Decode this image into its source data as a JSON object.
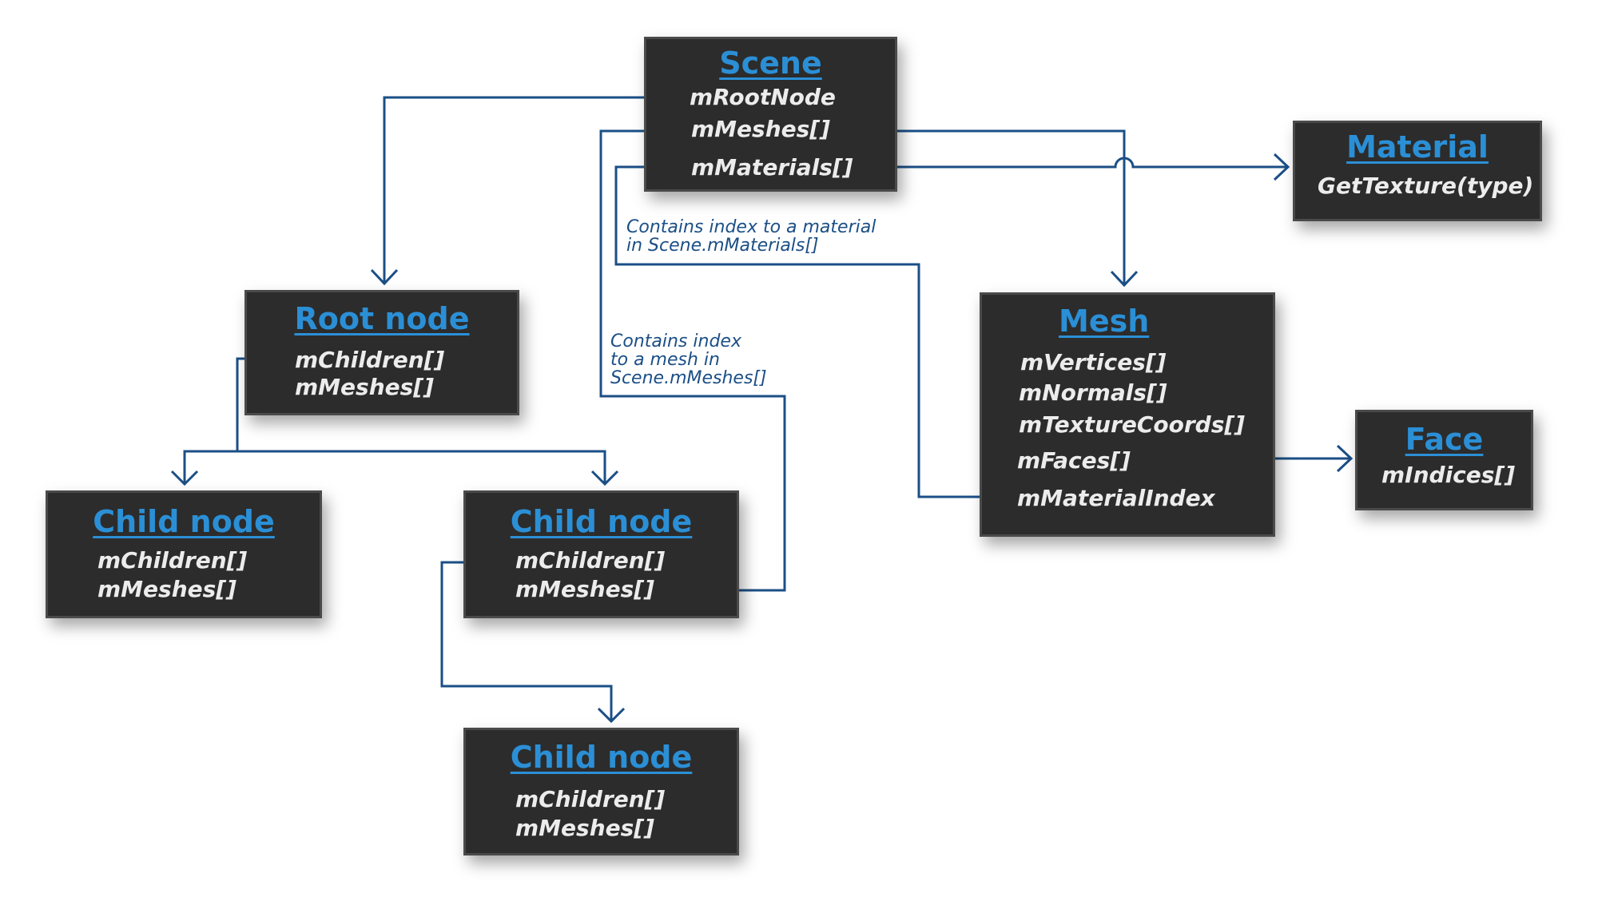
{
  "scene": {
    "title": "Scene",
    "fields": [
      "mRootNode",
      "mMeshes[]",
      "mMaterials[]"
    ]
  },
  "material": {
    "title": "Material",
    "fields": [
      "GetTexture(type)"
    ]
  },
  "mesh": {
    "title": "Mesh",
    "fields": [
      "mVertices[]",
      "mNormals[]",
      "mTextureCoords[]",
      "mFaces[]",
      "mMaterialIndex"
    ]
  },
  "face": {
    "title": "Face",
    "fields": [
      "mIndices[]"
    ]
  },
  "root_node": {
    "title": "Root node",
    "fields": [
      "mChildren[]",
      "mMeshes[]"
    ]
  },
  "child_left": {
    "title": "Child node",
    "fields": [
      "mChildren[]",
      "mMeshes[]"
    ]
  },
  "child_mid": {
    "title": "Child node",
    "fields": [
      "mChildren[]",
      "mMeshes[]"
    ]
  },
  "child_bottom": {
    "title": "Child node",
    "fields": [
      "mChildren[]",
      "mMeshes[]"
    ]
  },
  "notes": {
    "material_index": [
      "Contains index to a material",
      "in Scene.mMaterials[]"
    ],
    "mesh_index": [
      "Contains index",
      "to a mesh in",
      "Scene.mMeshes[]"
    ]
  },
  "colors": {
    "box": "#2c2c2c",
    "title": "#2b8fd6",
    "field": "#ececec",
    "line": "#1b4f86"
  }
}
